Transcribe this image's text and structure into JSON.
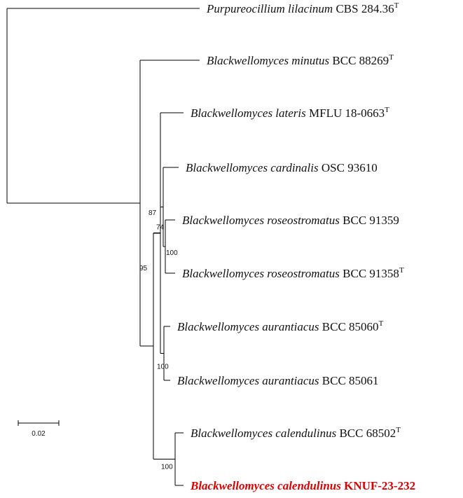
{
  "tree": {
    "taxa": [
      {
        "id": "t0",
        "species": "Purpureocillium lilacinum",
        "strain": "CBS 284.36",
        "type_strain": true,
        "highlight": false
      },
      {
        "id": "t1",
        "species": "Blackwellomyces minutus",
        "strain": "BCC 88269",
        "type_strain": true,
        "highlight": false
      },
      {
        "id": "t2",
        "species": "Blackwellomyces lateris",
        "strain": "MFLU 18-0663",
        "type_strain": true,
        "highlight": false
      },
      {
        "id": "t3",
        "species": "Blackwellomyces cardinalis",
        "strain": "OSC 93610",
        "type_strain": false,
        "highlight": false
      },
      {
        "id": "t4",
        "species": "Blackwellomyces roseostromatus",
        "strain": "BCC 91359",
        "type_strain": false,
        "highlight": false
      },
      {
        "id": "t5",
        "species": "Blackwellomyces roseostromatus",
        "strain": "BCC 91358",
        "type_strain": true,
        "highlight": false
      },
      {
        "id": "t6",
        "species": "Blackwellomyces aurantiacus",
        "strain": "BCC 85060",
        "type_strain": true,
        "highlight": false
      },
      {
        "id": "t7",
        "species": "Blackwellomyces aurantiacus",
        "strain": "BCC 85061",
        "type_strain": false,
        "highlight": false
      },
      {
        "id": "t8",
        "species": "Blackwellomyces calendulinus",
        "strain": "BCC 68502",
        "type_strain": true,
        "highlight": false
      },
      {
        "id": "t9",
        "species": "Blackwellomyces calendulinus",
        "strain": "KNUF-23-232",
        "type_strain": false,
        "highlight": true
      }
    ],
    "type_marker": "T",
    "bootstrap_values": {
      "n_roseo": "100",
      "n_roseo_card": "74",
      "n_aur": "100",
      "n_cal": "100",
      "n_inner": "87",
      "n_black": "95"
    },
    "scale_bar": {
      "label": "0.02"
    },
    "colors": {
      "branch": "#000000",
      "highlight": "#e00000"
    }
  }
}
